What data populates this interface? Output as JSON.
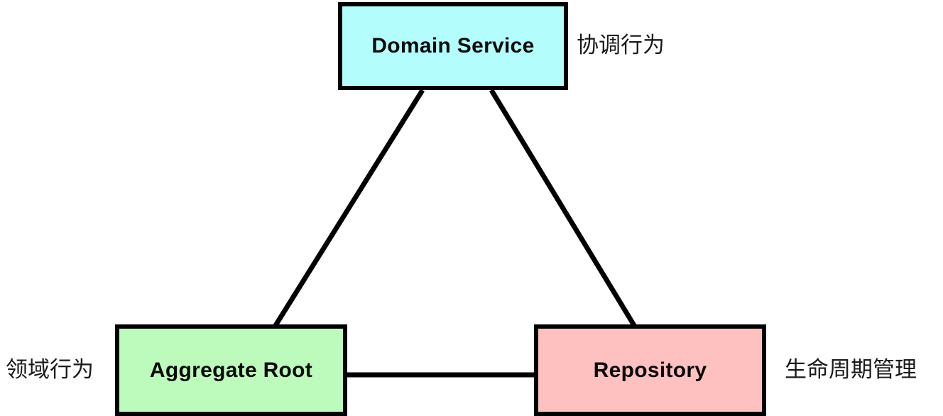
{
  "diagram": {
    "type": "relationship-diagram",
    "background_color": "#ffffff",
    "border_color": "#000000",
    "nodes": [
      {
        "id": "domain-service",
        "label": "Domain Service",
        "fill_color": "#b3fdfd",
        "annotation": "协调行为"
      },
      {
        "id": "aggregate-root",
        "label": "Aggregate Root",
        "fill_color": "#bdfbbd",
        "annotation": "领域行为"
      },
      {
        "id": "repository",
        "label": "Repository",
        "fill_color": "#ffc0c0",
        "annotation": "生命周期管理"
      }
    ],
    "edges": [
      {
        "id": "edge-domain-service-aggregate-root",
        "from": "domain-service",
        "to": "aggregate-root",
        "style": "solid"
      },
      {
        "id": "edge-domain-service-repository",
        "from": "domain-service",
        "to": "repository",
        "style": "solid"
      },
      {
        "id": "edge-aggregate-root-repository",
        "from": "aggregate-root",
        "to": "repository",
        "style": "solid"
      }
    ],
    "annotations": {
      "coordinate": "协调行为",
      "domain_behavior": "领域行为",
      "lifecycle": "生命周期管理"
    }
  }
}
